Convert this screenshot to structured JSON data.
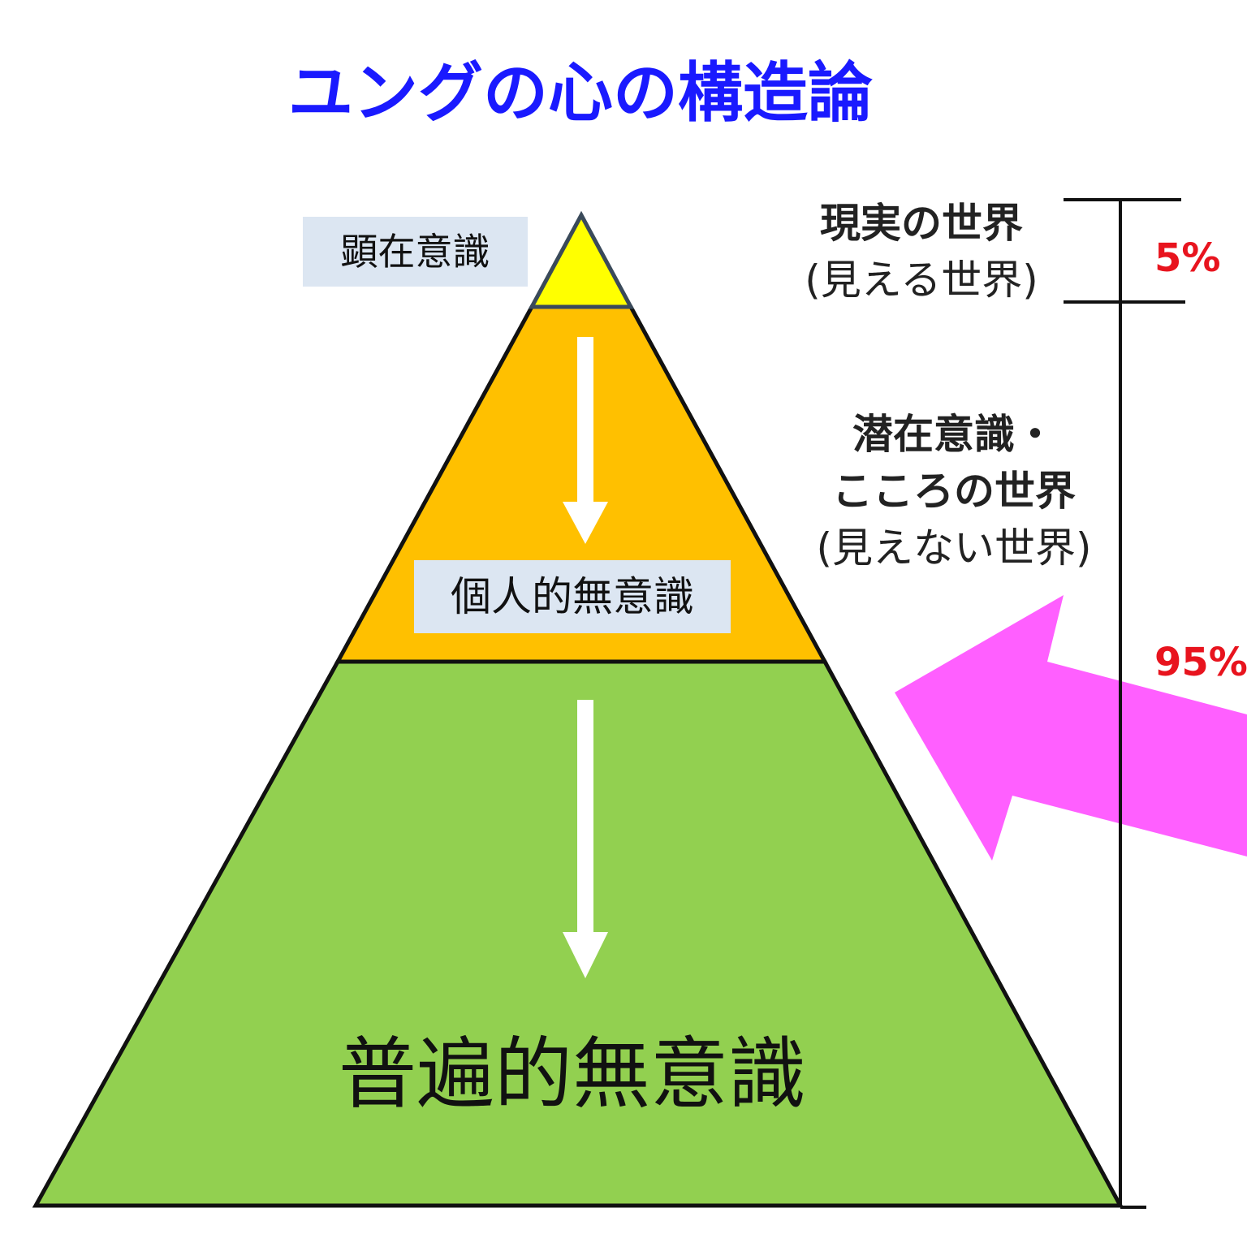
{
  "title": "ユングの心の構造論",
  "layers": {
    "conscious": "顕在意識",
    "personal_unconscious": "個人的無意識",
    "collective_unconscious": "普遍的無意識"
  },
  "side_labels": {
    "real_world": [
      "現実の世界",
      "(見える世界)"
    ],
    "latent_world": [
      "潜在意識・",
      "こころの世界",
      "(見えない世界)"
    ]
  },
  "percentages": {
    "visible": "5%",
    "invisible": "95%"
  },
  "colors": {
    "title": "#1a1aff",
    "conscious_layer": "#ffff00",
    "personal_layer": "#ffc000",
    "collective_layer": "#92d050",
    "label_box": "#dce6f2",
    "pink_arrow": "#ff5fff",
    "percent_text": "#e8141e"
  }
}
